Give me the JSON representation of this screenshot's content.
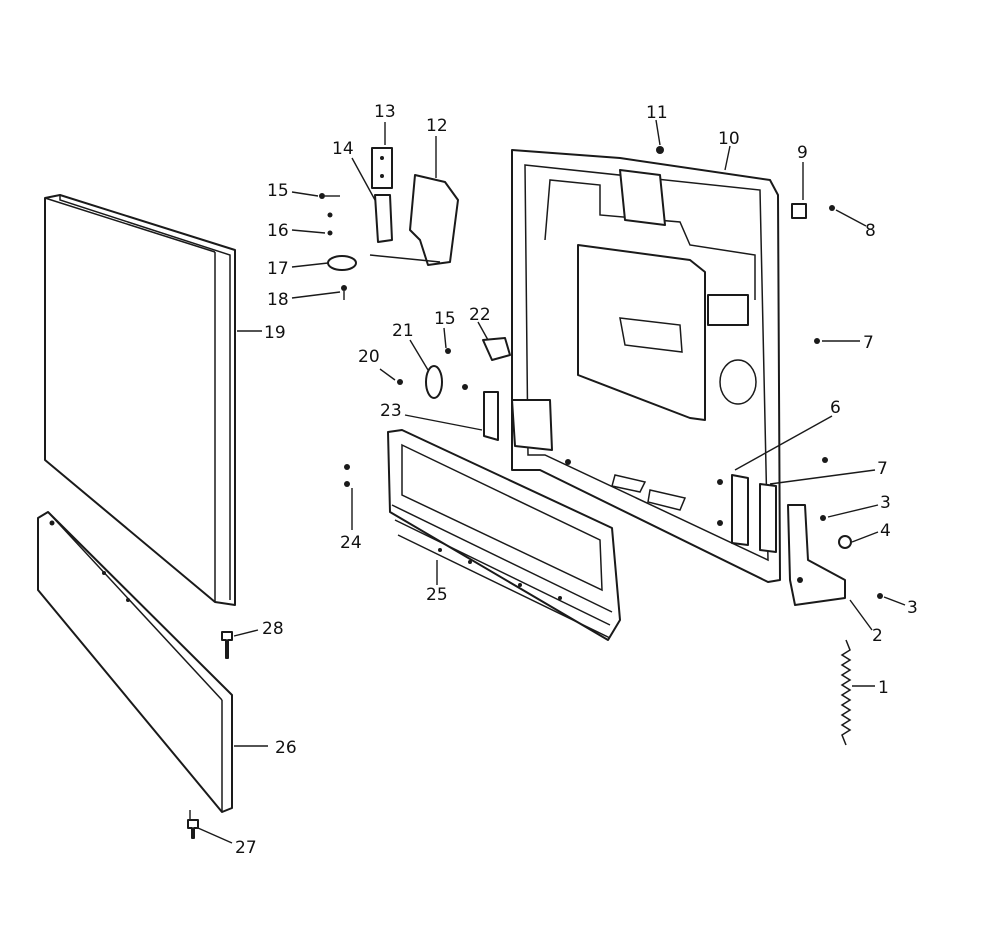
{
  "callouts": [
    {
      "id": "c1",
      "text": "1"
    },
    {
      "id": "c2",
      "text": "2"
    },
    {
      "id": "c3a",
      "text": "3"
    },
    {
      "id": "c3b",
      "text": "3"
    },
    {
      "id": "c4",
      "text": "4"
    },
    {
      "id": "c6",
      "text": "6"
    },
    {
      "id": "c7a",
      "text": "7"
    },
    {
      "id": "c7b",
      "text": "7"
    },
    {
      "id": "c8",
      "text": "8"
    },
    {
      "id": "c9",
      "text": "9"
    },
    {
      "id": "c10",
      "text": "10"
    },
    {
      "id": "c11",
      "text": "11"
    },
    {
      "id": "c12",
      "text": "12"
    },
    {
      "id": "c13",
      "text": "13"
    },
    {
      "id": "c14",
      "text": "14"
    },
    {
      "id": "c15a",
      "text": "15"
    },
    {
      "id": "c15b",
      "text": "15"
    },
    {
      "id": "c16",
      "text": "16"
    },
    {
      "id": "c17",
      "text": "17"
    },
    {
      "id": "c18",
      "text": "18"
    },
    {
      "id": "c19",
      "text": "19"
    },
    {
      "id": "c20",
      "text": "20"
    },
    {
      "id": "c21",
      "text": "21"
    },
    {
      "id": "c22",
      "text": "22"
    },
    {
      "id": "c23",
      "text": "23"
    },
    {
      "id": "c24",
      "text": "24"
    },
    {
      "id": "c25",
      "text": "25"
    },
    {
      "id": "c26",
      "text": "26"
    },
    {
      "id": "c27",
      "text": "27"
    },
    {
      "id": "c28",
      "text": "28"
    }
  ]
}
